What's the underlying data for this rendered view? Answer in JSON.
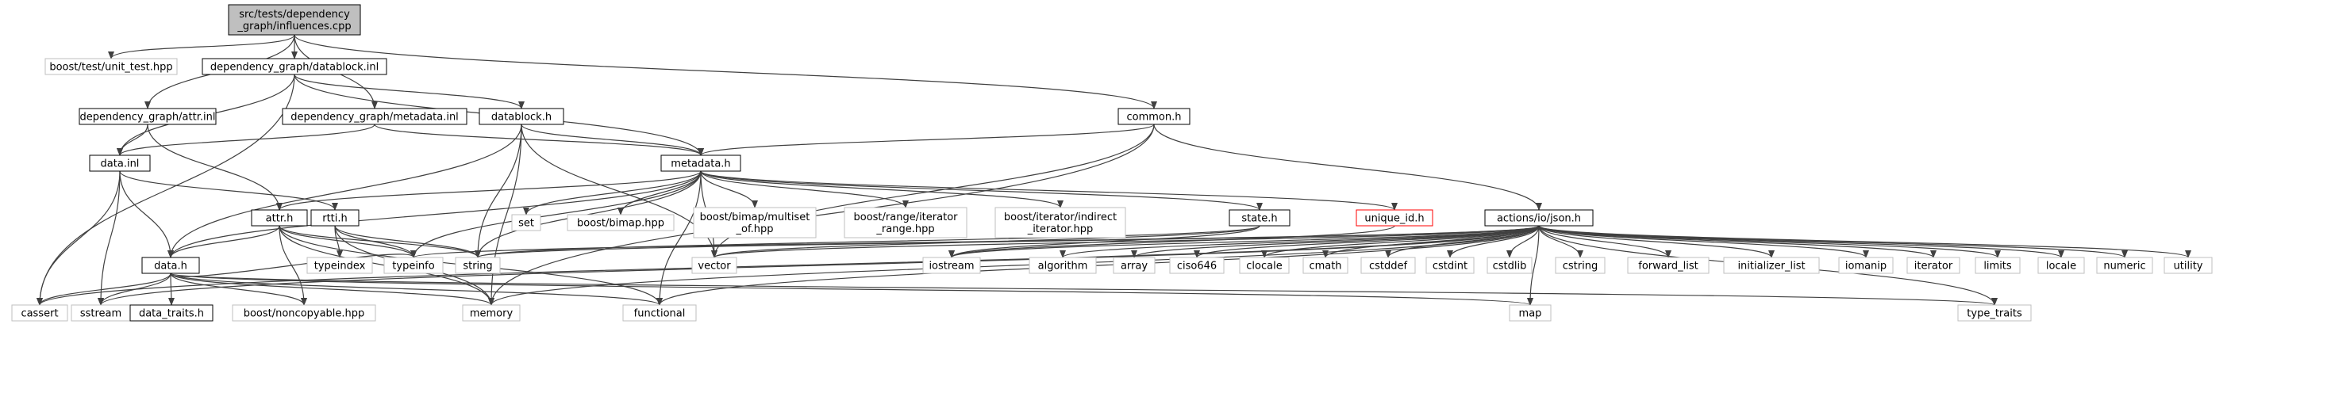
{
  "colors": {
    "background": "#ffffff",
    "root_fill": "#bfbfbf",
    "node_fill": "#ffffff",
    "node_border": "#000000",
    "external_border": "#bfbfbf",
    "undocumented_border": "#ff0000",
    "edge": "#404040"
  },
  "nodes": {
    "root": {
      "lines": [
        "src/tests/dependency",
        "_graph/influences.cpp"
      ],
      "kind": "root"
    },
    "unit_test": {
      "lines": [
        "boost/test/unit_test.hpp"
      ],
      "kind": "external"
    },
    "datablock_inl": {
      "lines": [
        "dependency_graph/datablock.inl"
      ],
      "kind": "file"
    },
    "common_h": {
      "lines": [
        "common.h"
      ],
      "kind": "file"
    },
    "attr_inl": {
      "lines": [
        "dependency_graph/attr.inl"
      ],
      "kind": "file"
    },
    "metadata_inl": {
      "lines": [
        "dependency_graph/metadata.inl"
      ],
      "kind": "file"
    },
    "datablock_h": {
      "lines": [
        "datablock.h"
      ],
      "kind": "file"
    },
    "data_inl": {
      "lines": [
        "data.inl"
      ],
      "kind": "file"
    },
    "metadata_h": {
      "lines": [
        "metadata.h"
      ],
      "kind": "file"
    },
    "set": {
      "lines": [
        "set"
      ],
      "kind": "external"
    },
    "bimap": {
      "lines": [
        "boost/bimap.hpp"
      ],
      "kind": "external"
    },
    "bimap_multiset": {
      "lines": [
        "boost/bimap/multiset",
        "_of.hpp"
      ],
      "kind": "external"
    },
    "iterator_range": {
      "lines": [
        "boost/range/iterator",
        "_range.hpp"
      ],
      "kind": "external"
    },
    "indirect_iterator": {
      "lines": [
        "boost/iterator/indirect",
        "_iterator.hpp"
      ],
      "kind": "external"
    },
    "state_h": {
      "lines": [
        "state.h"
      ],
      "kind": "file"
    },
    "unique_id_h": {
      "lines": [
        "unique_id.h"
      ],
      "kind": "undocumented"
    },
    "json_h": {
      "lines": [
        "actions/io/json.h"
      ],
      "kind": "file"
    },
    "attr_h": {
      "lines": [
        "attr.h"
      ],
      "kind": "file"
    },
    "rtti_h": {
      "lines": [
        "rtti.h"
      ],
      "kind": "file"
    },
    "data_h": {
      "lines": [
        "data.h"
      ],
      "kind": "file"
    },
    "typeindex": {
      "lines": [
        "typeindex"
      ],
      "kind": "external"
    },
    "typeinfo": {
      "lines": [
        "typeinfo"
      ],
      "kind": "external"
    },
    "string": {
      "lines": [
        "string"
      ],
      "kind": "external"
    },
    "vector": {
      "lines": [
        "vector"
      ],
      "kind": "external"
    },
    "iostream": {
      "lines": [
        "iostream"
      ],
      "kind": "external"
    },
    "algorithm": {
      "lines": [
        "algorithm"
      ],
      "kind": "external"
    },
    "array": {
      "lines": [
        "array"
      ],
      "kind": "external"
    },
    "ciso646": {
      "lines": [
        "ciso646"
      ],
      "kind": "external"
    },
    "clocale": {
      "lines": [
        "clocale"
      ],
      "kind": "external"
    },
    "cmath": {
      "lines": [
        "cmath"
      ],
      "kind": "external"
    },
    "cstddef": {
      "lines": [
        "cstddef"
      ],
      "kind": "external"
    },
    "cstdint": {
      "lines": [
        "cstdint"
      ],
      "kind": "external"
    },
    "cstdlib": {
      "lines": [
        "cstdlib"
      ],
      "kind": "external"
    },
    "cstring": {
      "lines": [
        "cstring"
      ],
      "kind": "external"
    },
    "forward_list": {
      "lines": [
        "forward_list"
      ],
      "kind": "external"
    },
    "initializer_list": {
      "lines": [
        "initializer_list"
      ],
      "kind": "external"
    },
    "iomanip": {
      "lines": [
        "iomanip"
      ],
      "kind": "external"
    },
    "iterator": {
      "lines": [
        "iterator"
      ],
      "kind": "external"
    },
    "limits": {
      "lines": [
        "limits"
      ],
      "kind": "external"
    },
    "locale": {
      "lines": [
        "locale"
      ],
      "kind": "external"
    },
    "numeric": {
      "lines": [
        "numeric"
      ],
      "kind": "external"
    },
    "utility": {
      "lines": [
        "utility"
      ],
      "kind": "external"
    },
    "cassert": {
      "lines": [
        "cassert"
      ],
      "kind": "external"
    },
    "sstream": {
      "lines": [
        "sstream"
      ],
      "kind": "external"
    },
    "data_traits_h": {
      "lines": [
        "data_traits.h"
      ],
      "kind": "file"
    },
    "noncopyable": {
      "lines": [
        "boost/noncopyable.hpp"
      ],
      "kind": "external"
    },
    "memory": {
      "lines": [
        "memory"
      ],
      "kind": "external"
    },
    "functional": {
      "lines": [
        "functional"
      ],
      "kind": "external"
    },
    "map": {
      "lines": [
        "map"
      ],
      "kind": "external"
    },
    "type_traits": {
      "lines": [
        "type_traits"
      ],
      "kind": "external"
    }
  },
  "edges": [
    [
      "root",
      "unit_test"
    ],
    [
      "root",
      "datablock_inl"
    ],
    [
      "root",
      "common_h"
    ],
    [
      "root",
      "attr_inl"
    ],
    [
      "root",
      "metadata_inl"
    ],
    [
      "datablock_inl",
      "datablock_h"
    ],
    [
      "datablock_inl",
      "data_inl"
    ],
    [
      "datablock_inl",
      "metadata_h"
    ],
    [
      "datablock_inl",
      "cassert"
    ],
    [
      "attr_inl",
      "data_inl"
    ],
    [
      "attr_inl",
      "attr_h"
    ],
    [
      "metadata_inl",
      "data_inl"
    ],
    [
      "metadata_inl",
      "metadata_h"
    ],
    [
      "datablock_h",
      "metadata_h"
    ],
    [
      "datablock_h",
      "data_h"
    ],
    [
      "datablock_h",
      "string"
    ],
    [
      "datablock_h",
      "vector"
    ],
    [
      "datablock_h",
      "memory"
    ],
    [
      "common_h",
      "metadata_h"
    ],
    [
      "common_h",
      "json_h"
    ],
    [
      "common_h",
      "vector"
    ],
    [
      "common_h",
      "memory"
    ],
    [
      "data_inl",
      "data_h"
    ],
    [
      "data_inl",
      "rtti_h"
    ],
    [
      "data_inl",
      "cassert"
    ],
    [
      "data_inl",
      "sstream"
    ],
    [
      "metadata_h",
      "data_h"
    ],
    [
      "metadata_h",
      "attr_h"
    ],
    [
      "metadata_h",
      "set"
    ],
    [
      "metadata_h",
      "bimap"
    ],
    [
      "metadata_h",
      "bimap_multiset"
    ],
    [
      "metadata_h",
      "iterator_range"
    ],
    [
      "metadata_h",
      "indirect_iterator"
    ],
    [
      "metadata_h",
      "state_h"
    ],
    [
      "metadata_h",
      "unique_id_h"
    ],
    [
      "metadata_h",
      "string"
    ],
    [
      "metadata_h",
      "vector"
    ],
    [
      "metadata_h",
      "typeinfo"
    ],
    [
      "metadata_h",
      "functional"
    ],
    [
      "state_h",
      "vector"
    ],
    [
      "state_h",
      "string"
    ],
    [
      "state_h",
      "iostream"
    ],
    [
      "unique_id_h",
      "iostream"
    ],
    [
      "attr_h",
      "data_h"
    ],
    [
      "attr_h",
      "typeinfo"
    ],
    [
      "attr_h",
      "string"
    ],
    [
      "attr_h",
      "functional"
    ],
    [
      "attr_h",
      "memory"
    ],
    [
      "attr_h",
      "noncopyable"
    ],
    [
      "rtti_h",
      "typeindex"
    ],
    [
      "rtti_h",
      "typeinfo"
    ],
    [
      "rtti_h",
      "string"
    ],
    [
      "rtti_h",
      "memory"
    ],
    [
      "data_h",
      "cassert"
    ],
    [
      "data_h",
      "sstream"
    ],
    [
      "data_h",
      "data_traits_h"
    ],
    [
      "data_h",
      "noncopyable"
    ],
    [
      "data_h",
      "memory"
    ],
    [
      "data_h",
      "functional"
    ],
    [
      "data_h",
      "map"
    ],
    [
      "data_h",
      "type_traits"
    ],
    [
      "data_h",
      "typeinfo"
    ],
    [
      "json_h",
      "string"
    ],
    [
      "json_h",
      "vector"
    ],
    [
      "json_h",
      "iostream"
    ],
    [
      "json_h",
      "algorithm"
    ],
    [
      "json_h",
      "array"
    ],
    [
      "json_h",
      "ciso646"
    ],
    [
      "json_h",
      "clocale"
    ],
    [
      "json_h",
      "cmath"
    ],
    [
      "json_h",
      "cstddef"
    ],
    [
      "json_h",
      "cstdint"
    ],
    [
      "json_h",
      "cstdlib"
    ],
    [
      "json_h",
      "cstring"
    ],
    [
      "json_h",
      "forward_list"
    ],
    [
      "json_h",
      "initializer_list"
    ],
    [
      "json_h",
      "iomanip"
    ],
    [
      "json_h",
      "iterator"
    ],
    [
      "json_h",
      "limits"
    ],
    [
      "json_h",
      "locale"
    ],
    [
      "json_h",
      "numeric"
    ],
    [
      "json_h",
      "utility"
    ],
    [
      "json_h",
      "map"
    ],
    [
      "json_h",
      "type_traits"
    ],
    [
      "json_h",
      "memory"
    ],
    [
      "json_h",
      "functional"
    ],
    [
      "json_h",
      "cassert"
    ],
    [
      "json_h",
      "sstream"
    ],
    [
      "json_h",
      "typeinfo"
    ]
  ]
}
